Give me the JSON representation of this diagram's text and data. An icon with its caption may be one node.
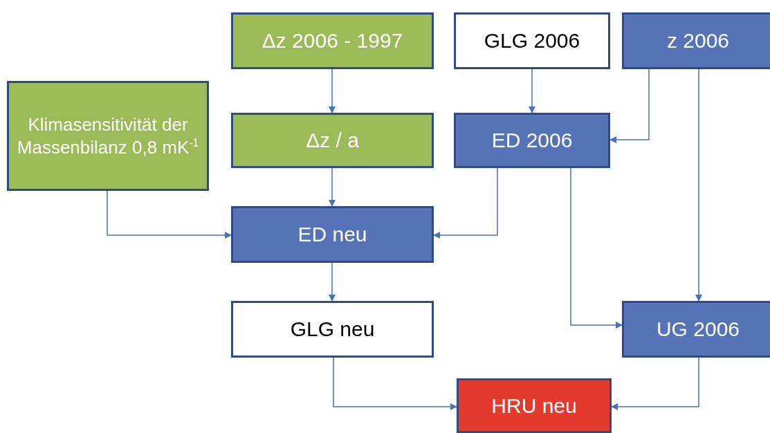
{
  "diagram": {
    "nodes": [
      {
        "text": [
          "Δz 2006 - 1997"
        ]
      },
      {
        "text": [
          "GLG 2006"
        ]
      },
      {
        "text": [
          "z 2006"
        ]
      },
      {
        "text": [
          "Klimasensitivität der Massenbilanz 0,8 mK$^{-1}$"
        ]
      },
      {
        "text": [
          "Δz / a"
        ]
      },
      {
        "text": [
          "ED 2006"
        ]
      },
      {
        "text": [
          "ED neu"
        ]
      },
      {
        "text": [
          "GLG neu"
        ]
      },
      {
        "text": [
          "UG 2006"
        ]
      },
      {
        "text": [
          "HRU neu"
        ]
      }
    ],
    "edges": [
      {
        "from": 0,
        "to": 4,
        "arrow": "to"
      },
      {
        "from": 1,
        "to": 5,
        "arrow": "to"
      },
      {
        "from": 2,
        "to": 5,
        "arrow": "to"
      },
      {
        "from": 3,
        "to": 6,
        "arrow": "to"
      },
      {
        "from": 4,
        "to": 6,
        "arrow": "to"
      },
      {
        "from": 5,
        "to": 6,
        "arrow": "to"
      },
      {
        "from": 6,
        "to": 7,
        "arrow": "to"
      },
      {
        "from": 5,
        "to": 8,
        "arrow": "to"
      },
      {
        "from": 2,
        "to": 8,
        "arrow": "to"
      },
      {
        "from": 7,
        "to": 9,
        "arrow": "to"
      },
      {
        "from": 8,
        "to": 9,
        "arrow": "to"
      }
    ]
  }
}
